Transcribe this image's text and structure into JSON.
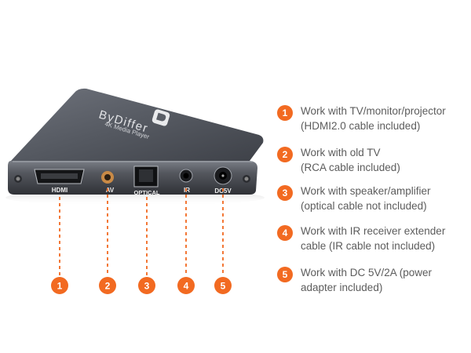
{
  "device": {
    "brand": "ByDiffer",
    "model": "4K Media Player",
    "ports": [
      {
        "number": "1",
        "label": "HDMI"
      },
      {
        "number": "2",
        "label": "AV"
      },
      {
        "number": "3",
        "label": "OPTICAL"
      },
      {
        "number": "4",
        "label": "IR"
      },
      {
        "number": "5",
        "label": "DC5V"
      }
    ]
  },
  "features": [
    {
      "number": "1",
      "lines": [
        "Work with TV/monitor/projector",
        "(HDMI2.0 cable included)"
      ]
    },
    {
      "number": "2",
      "lines": [
        "Work with old TV",
        "(RCA cable included)"
      ]
    },
    {
      "number": "3",
      "lines": [
        "Work with speaker/amplifier",
        "(optical cable not included)"
      ]
    },
    {
      "number": "4",
      "lines": [
        "Work with IR receiver extender",
        "cable (IR cable not included)"
      ]
    },
    {
      "number": "5",
      "lines": [
        "Work with DC 5V/2A (power",
        "adapter included)"
      ]
    }
  ],
  "colors": {
    "accent": "#f26a21",
    "text": "#5c5c5c",
    "device_body": "#5d6068"
  }
}
